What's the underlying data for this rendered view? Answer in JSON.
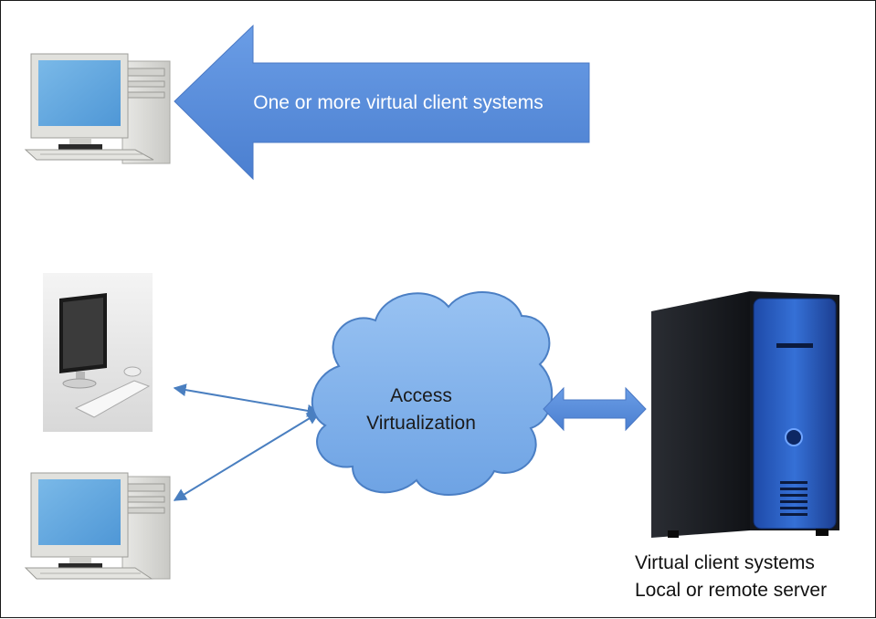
{
  "diagram": {
    "arrow_label": "One or more virtual client systems",
    "cloud_label_line1": "Access",
    "cloud_label_line2": "Virtualization",
    "server_caption_line1": "Virtual client systems",
    "server_caption_line2": "Local or remote server"
  },
  "colors": {
    "arrow_fill": "#5b90dd",
    "cloud_fill": "#7fb0ea",
    "connector": "#4a7fc0",
    "server_body": "#1c1f24",
    "server_panel": "#2255b8"
  },
  "icons": [
    "desktop-computer-icon",
    "desktop-computer-icon",
    "flat-panel-computer-icon",
    "tower-server-icon"
  ]
}
